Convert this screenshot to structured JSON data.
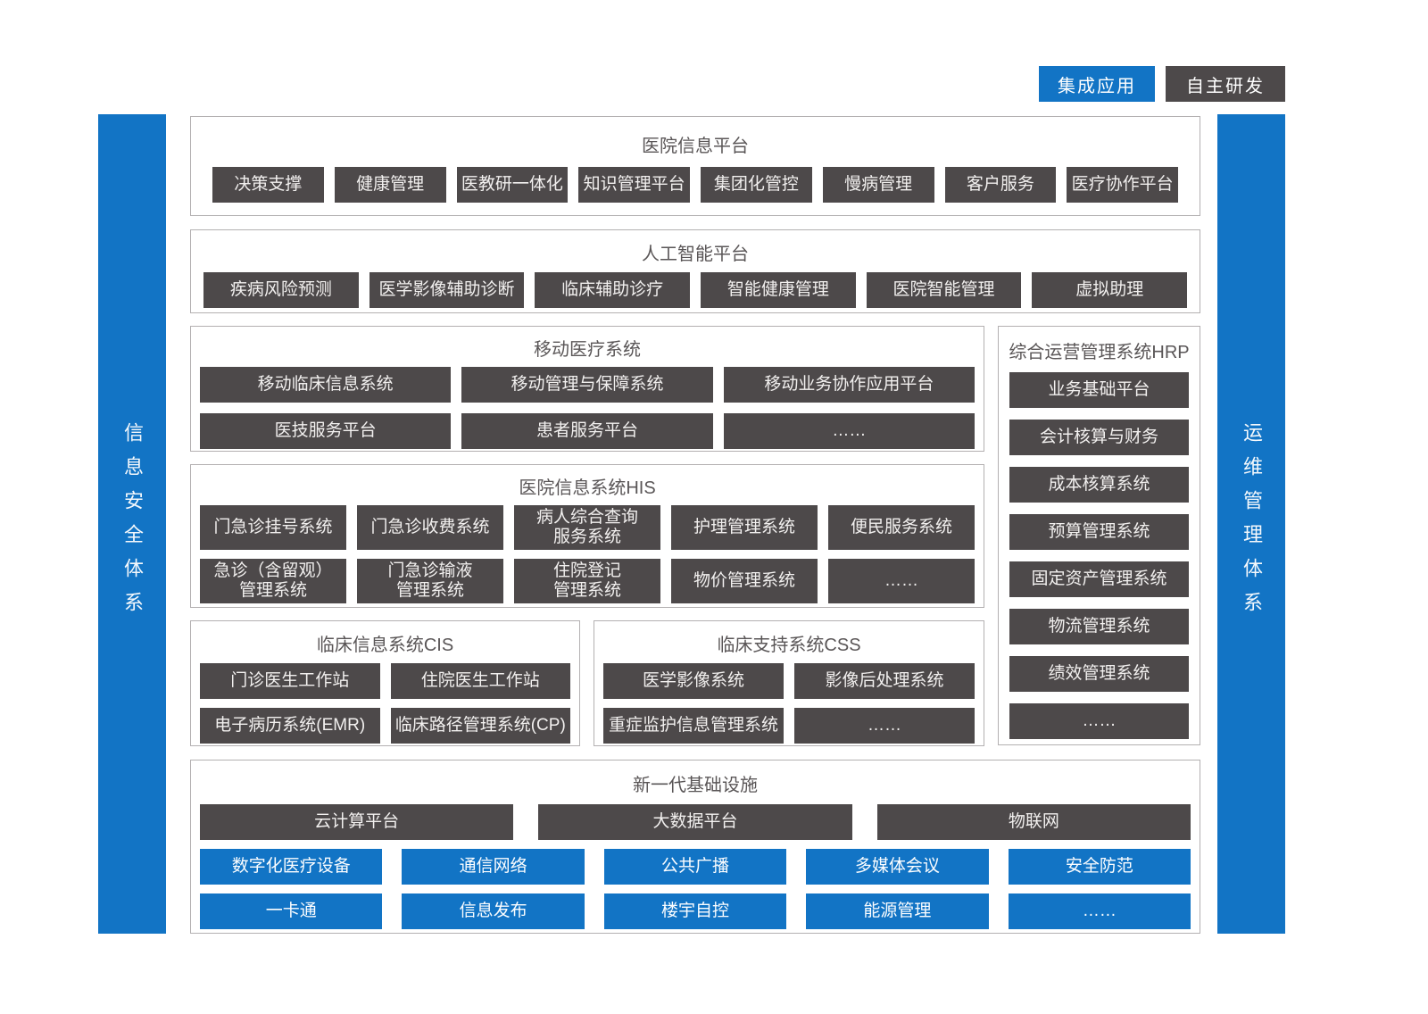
{
  "legend": {
    "integrated_label": "集成应用",
    "self_developed_label": "自主研发"
  },
  "side_bars": {
    "left_label": "信息安全体系",
    "right_label": "运维管理体系"
  },
  "colors": {
    "integrated_blue": "#1274c5",
    "self_developed_dark": "#4d494a"
  },
  "platform": {
    "title": "医院信息平台",
    "items": [
      "决策支撑",
      "健康管理",
      "医教研一体化",
      "知识管理平台",
      "集团化管控",
      "慢病管理",
      "客户服务",
      "医疗协作平台"
    ]
  },
  "ai": {
    "title": "人工智能平台",
    "items": [
      "疾病风险预测",
      "医学影像辅助诊断",
      "临床辅助诊疗",
      "智能健康管理",
      "医院智能管理",
      "虚拟助理"
    ]
  },
  "mobile": {
    "title": "移动医疗系统",
    "rows": [
      [
        "移动临床信息系统",
        "移动管理与保障系统",
        "移动业务协作应用平台"
      ],
      [
        "医技服务平台",
        "患者服务平台",
        "……"
      ]
    ]
  },
  "hrp": {
    "title": "综合运营管理系统HRP",
    "items": [
      "业务基础平台",
      "会计核算与财务",
      "成本核算系统",
      "预算管理系统",
      "固定资产管理系统",
      "物流管理系统",
      "绩效管理系统",
      "……"
    ]
  },
  "his": {
    "title": "医院信息系统HIS",
    "rows": [
      [
        "门急诊挂号系统",
        "门急诊收费系统",
        "病人综合查询\n服务系统",
        "护理管理系统",
        "便民服务系统"
      ],
      [
        "急诊（含留观）\n管理系统",
        "门急诊输液\n管理系统",
        "住院登记\n管理系统",
        "物价管理系统",
        "……"
      ]
    ]
  },
  "cis": {
    "title": "临床信息系统CIS",
    "rows": [
      [
        "门诊医生工作站",
        "住院医生工作站"
      ],
      [
        "电子病历系统(EMR)",
        "临床路径管理系统(CP)"
      ]
    ]
  },
  "css_support": {
    "title": "临床支持系统CSS",
    "rows": [
      [
        "医学影像系统",
        "影像后处理系统"
      ],
      [
        "重症监护信息管理系统",
        "……"
      ]
    ]
  },
  "infra": {
    "title": "新一代基础设施",
    "dark_row": [
      "云计算平台",
      "大数据平台",
      "物联网"
    ],
    "blue_rows": [
      [
        "数字化医疗设备",
        "通信网络",
        "公共广播",
        "多媒体会议",
        "安全防范"
      ],
      [
        "一卡通",
        "信息发布",
        "楼宇自控",
        "能源管理",
        "……"
      ]
    ]
  }
}
